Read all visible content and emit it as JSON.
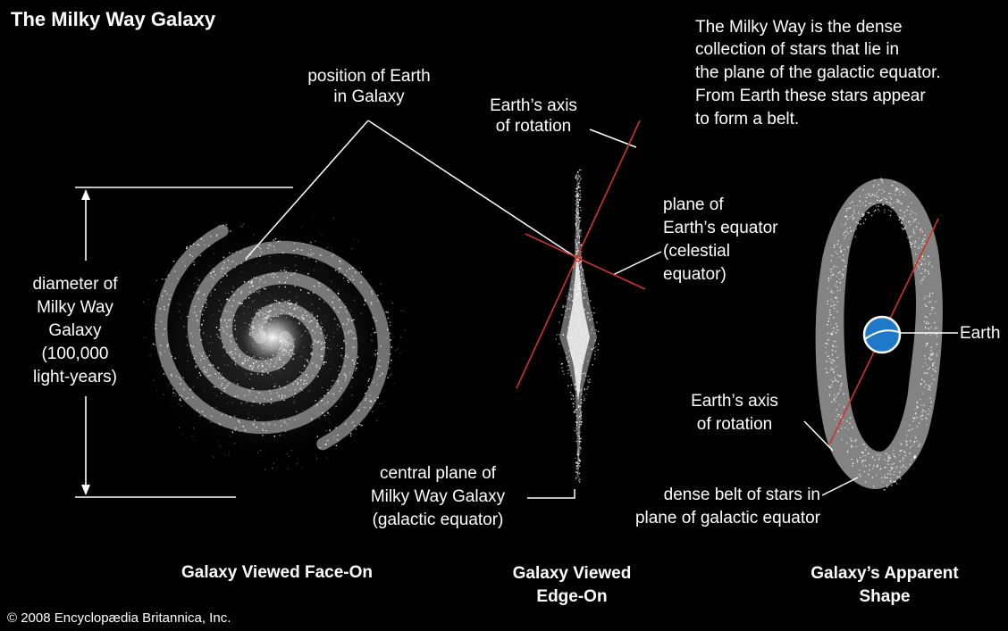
{
  "title": "The Milky Way Galaxy",
  "intro": {
    "lines": [
      "The Milky Way is the dense",
      "collection of stars that lie in",
      "the plane of the galactic equator.",
      "From Earth these stars appear",
      "to form a belt."
    ]
  },
  "labels": {
    "position_of_earth": [
      "position of Earth",
      "in Galaxy"
    ],
    "earth_axis_edge": [
      "Earth’s axis",
      "of rotation"
    ],
    "plane_equator": [
      "plane of",
      "Earth’s equator",
      "(celestial",
      "equator)"
    ],
    "diameter": [
      "diameter of",
      "Milky Way",
      "Galaxy",
      "(100,000",
      "light-years)"
    ],
    "central_plane": [
      "central plane of",
      "Milky Way Galaxy",
      "(galactic equator)"
    ],
    "earth": "Earth",
    "earth_axis_apparent": [
      "Earth’s axis",
      "of rotation"
    ],
    "dense_belt": [
      "dense belt of stars in",
      "plane of galactic equator"
    ]
  },
  "captions": {
    "face_on": "Galaxy Viewed Face-On",
    "edge_on": [
      "Galaxy Viewed",
      "Edge-On"
    ],
    "apparent": [
      "Galaxy’s Apparent",
      "Shape"
    ]
  },
  "credit": "© 2008 Encyclopædia Britannica, Inc.",
  "colors": {
    "background": "#000000",
    "text": "#ffffff",
    "axis_line": "#d0312d",
    "earth_globe": "#1f78c8",
    "stars": "#ffffff"
  }
}
